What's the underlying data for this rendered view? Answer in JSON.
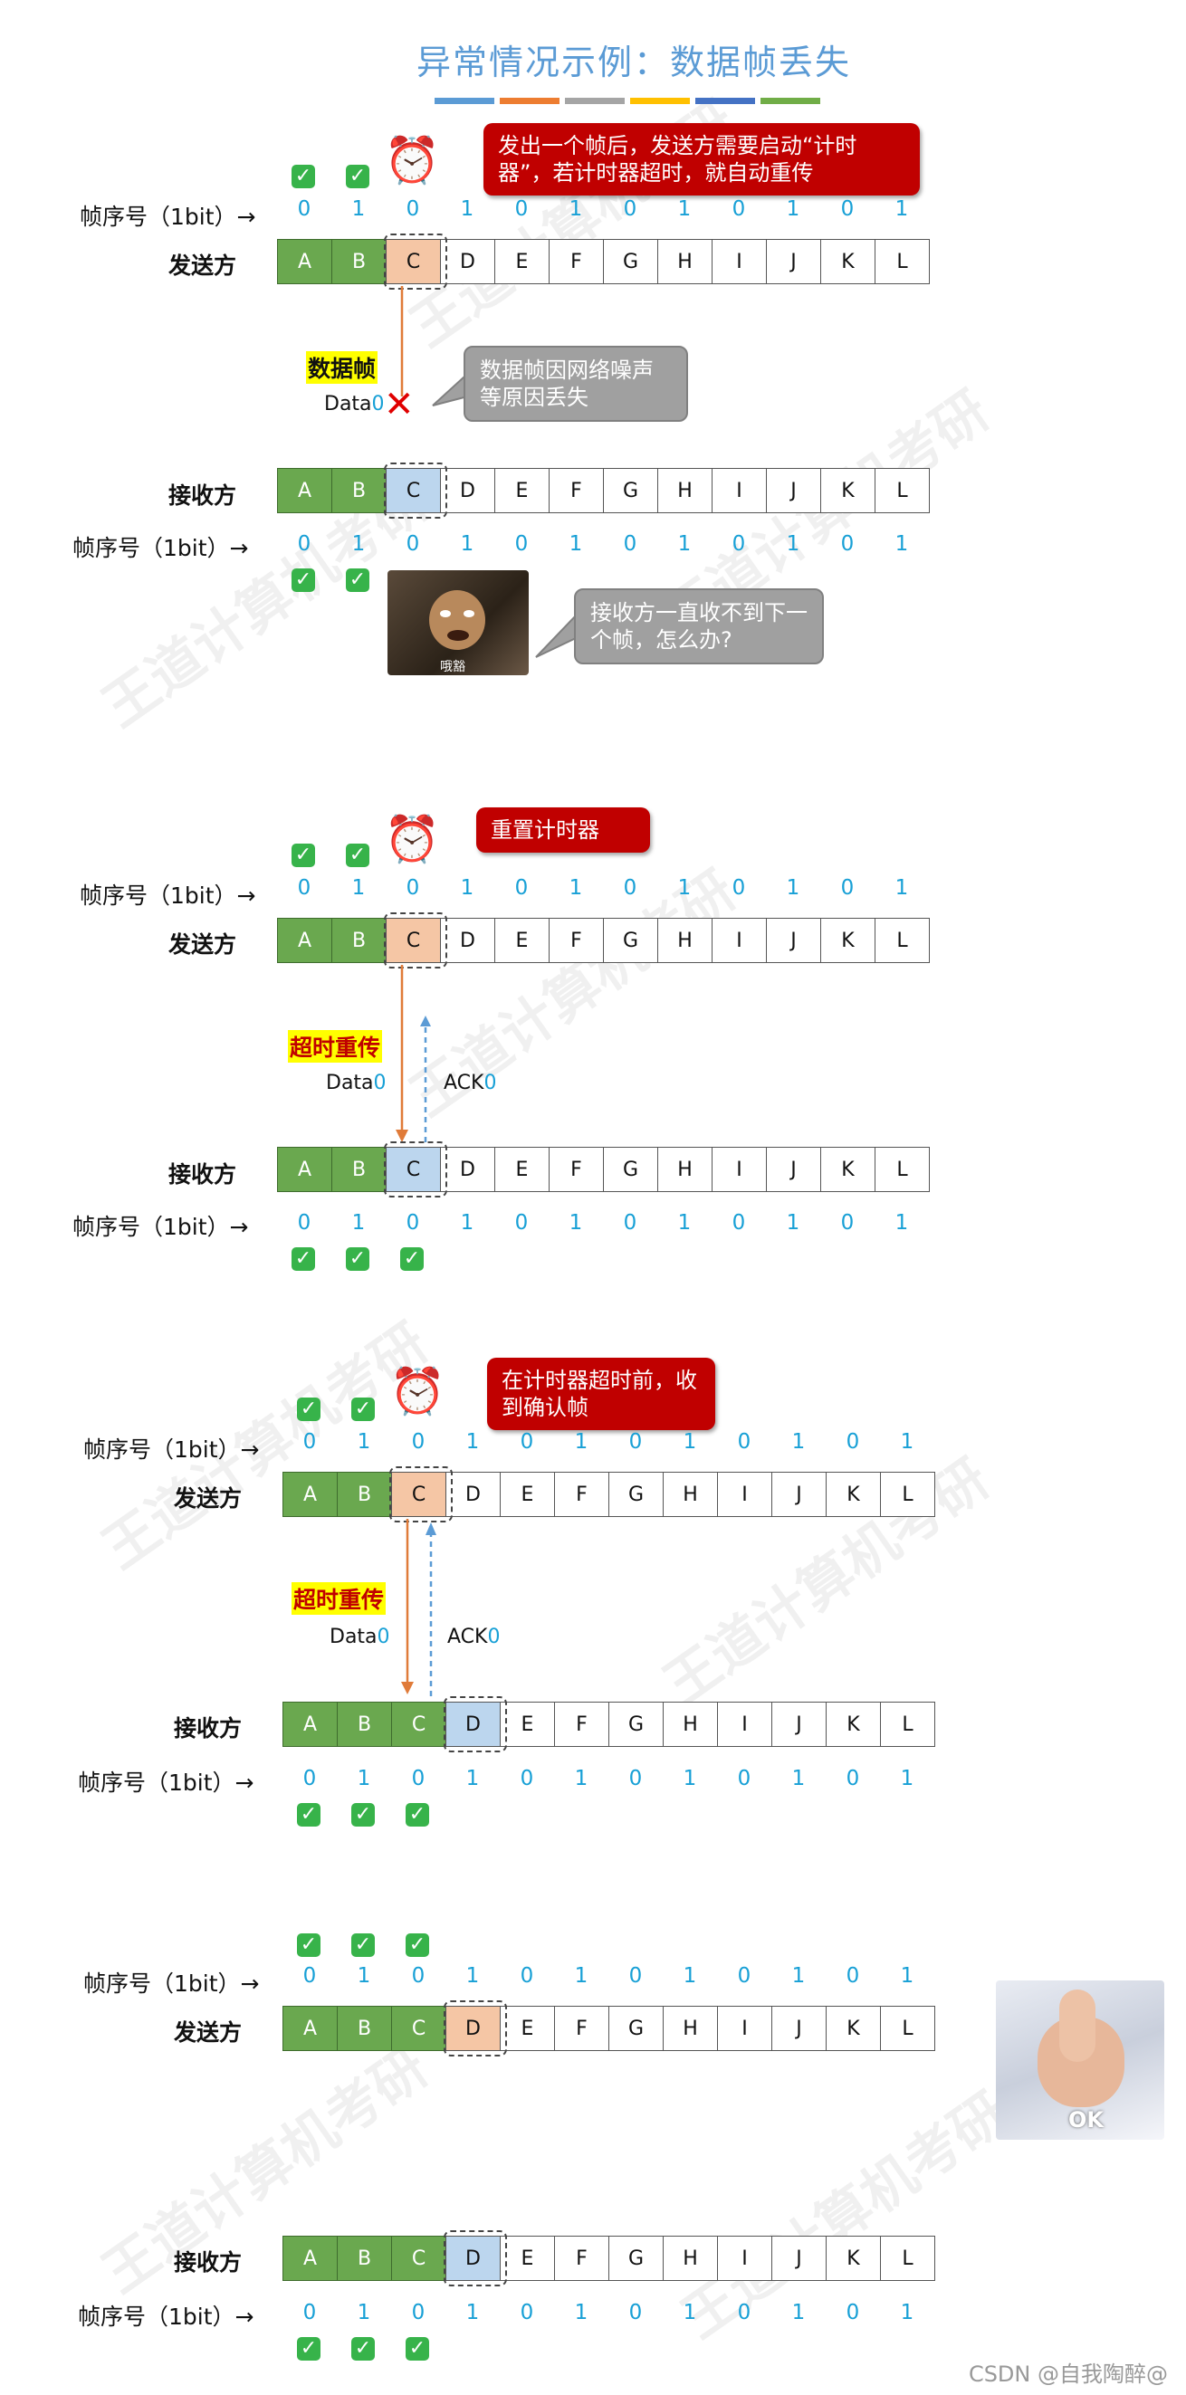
{
  "title": "异常情况示例：数据帧丢失",
  "title_colors": [
    "#5b9bd5",
    "#ed7d31",
    "#a5a5a5",
    "#ffc000",
    "#4472c4",
    "#70ad47"
  ],
  "labels": {
    "seq": "帧序号（1bit）→",
    "sender": "发送方",
    "receiver": "接收方",
    "check": "✓"
  },
  "frames": [
    "A",
    "B",
    "C",
    "D",
    "E",
    "F",
    "G",
    "H",
    "I",
    "J",
    "K",
    "L"
  ],
  "bits": [
    "0",
    "1",
    "0",
    "1",
    "0",
    "1",
    "0",
    "1",
    "0",
    "1",
    "0",
    "1"
  ],
  "scene1": {
    "bubble_red": "发出一个帧后，发送方需要启动“计时器”，若计时器超时，就自动重传",
    "frame_label": "数据帧",
    "data_text": "Data",
    "data_num": "0",
    "lost_mark": "✕",
    "bubble_loss": "数据帧因网络噪声等原因丢失",
    "bubble_wait": "接收方一直收不到下一个帧，怎么办?",
    "meme_caption": "哦豁"
  },
  "scene2": {
    "bubble_red": "重置计时器",
    "frame_label": "超时重传",
    "data_text": "Data",
    "data_num": "0",
    "ack_text": "ACK",
    "ack_num": "0"
  },
  "scene3": {
    "bubble_red": "在计时器超时前，收到确认帧",
    "frame_label": "超时重传",
    "data_text": "Data",
    "data_num": "0",
    "ack_text": "ACK",
    "ack_num": "0"
  },
  "scene4": {
    "meme_caption": "OK"
  },
  "watermark": "王道计算机考研",
  "footer": "CSDN @自我陶醉@"
}
